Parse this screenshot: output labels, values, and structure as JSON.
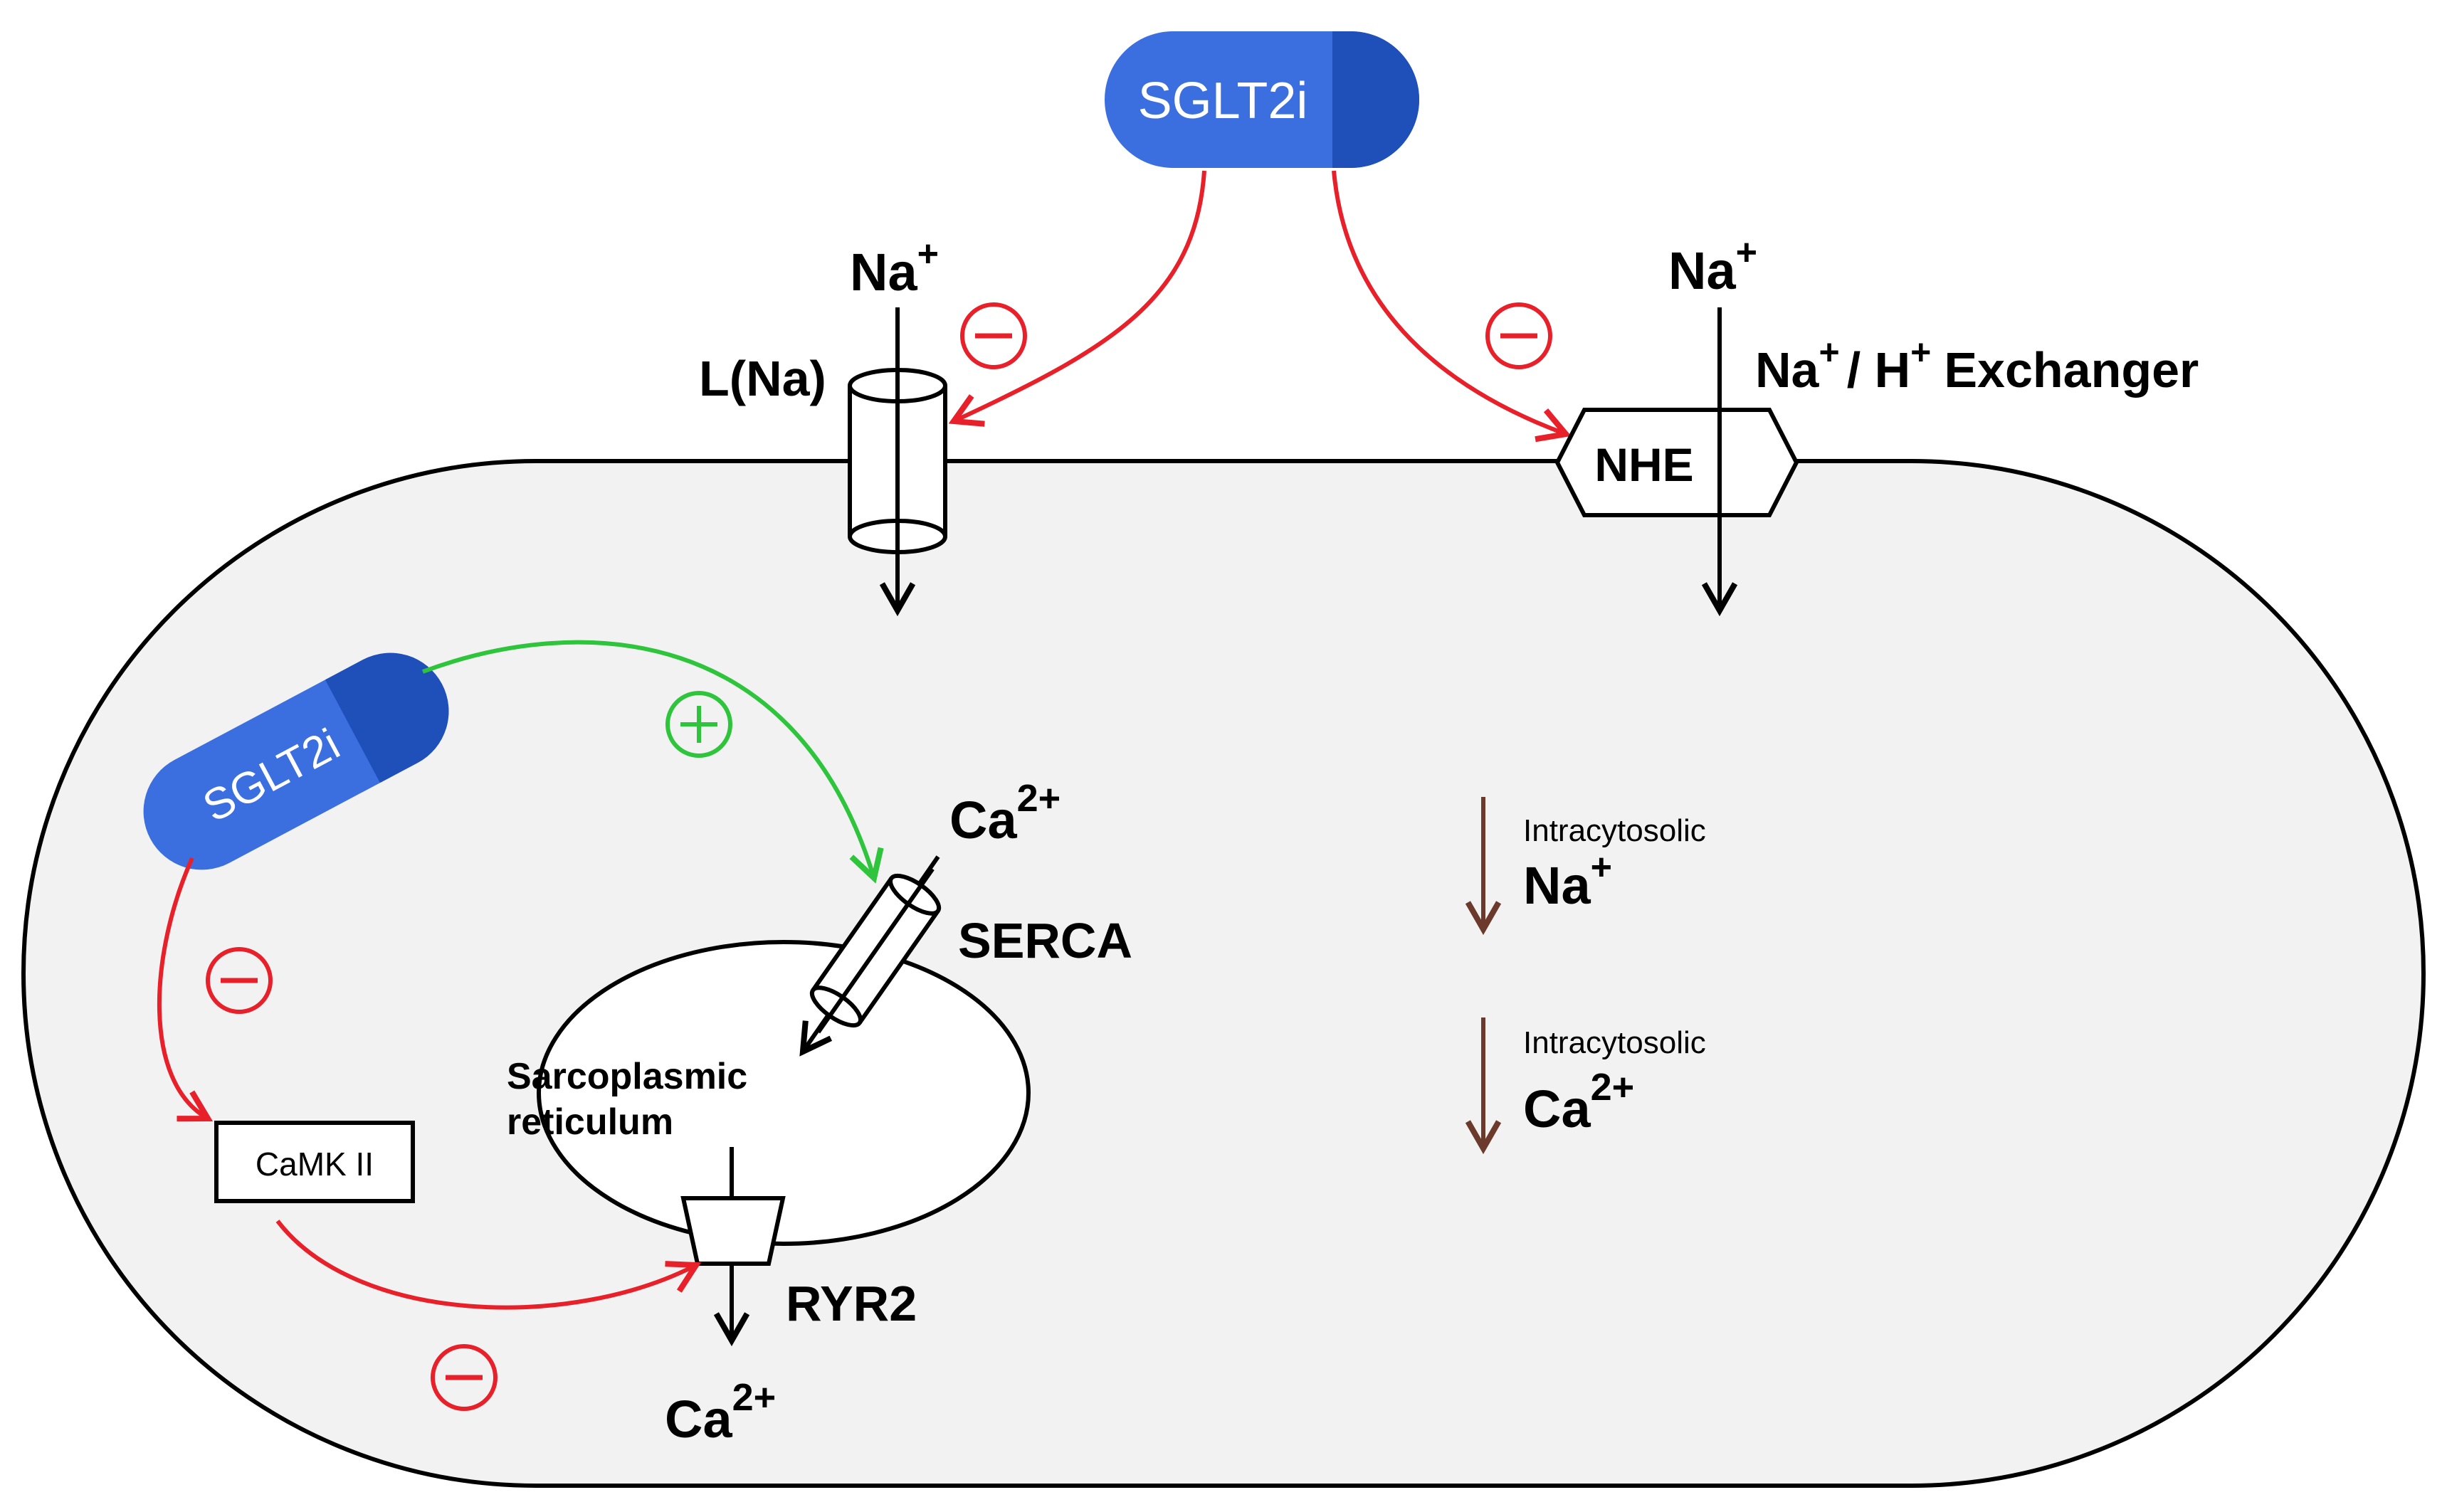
{
  "colors": {
    "inhibit": "#e8202a",
    "activate": "#2ec43b",
    "drug_pill": "#3b6fe0",
    "drug_pill_dark": "#1f4fb9",
    "cell_fill": "#f2f2f2",
    "decrease_arrow": "#6b3a2c"
  },
  "drug_top": {
    "label": "SGLT2i"
  },
  "drug_inner": {
    "label": "SGLT2i"
  },
  "left_channel": {
    "name": "L(Na)",
    "ion": "Na",
    "ion_charge": "+"
  },
  "right_exchanger": {
    "label": "NHE",
    "ion": "Na",
    "ion_charge": "+",
    "full_name": "Exchanger",
    "full_name_ion1": "Na",
    "full_name_ion1_charge": "+",
    "full_name_sep": "/ H",
    "full_name_ion2_charge": "+"
  },
  "serca": {
    "label": "SERCA",
    "ion": "Ca",
    "ion_charge": "2+"
  },
  "sr": {
    "line1": "Sarcoplasmic",
    "line2": "reticulum"
  },
  "camk": {
    "label": "CaMK II"
  },
  "ryr2": {
    "label": "RYR2",
    "ion": "Ca",
    "ion_charge": "2+"
  },
  "effects": [
    {
      "caption": "Intracytosolic",
      "ion": "Na",
      "charge": "+"
    },
    {
      "caption": "Intracytosolic",
      "ion": "Ca",
      "charge": "2+"
    }
  ],
  "symbols": {
    "inhibit": "−",
    "activate": "+"
  }
}
